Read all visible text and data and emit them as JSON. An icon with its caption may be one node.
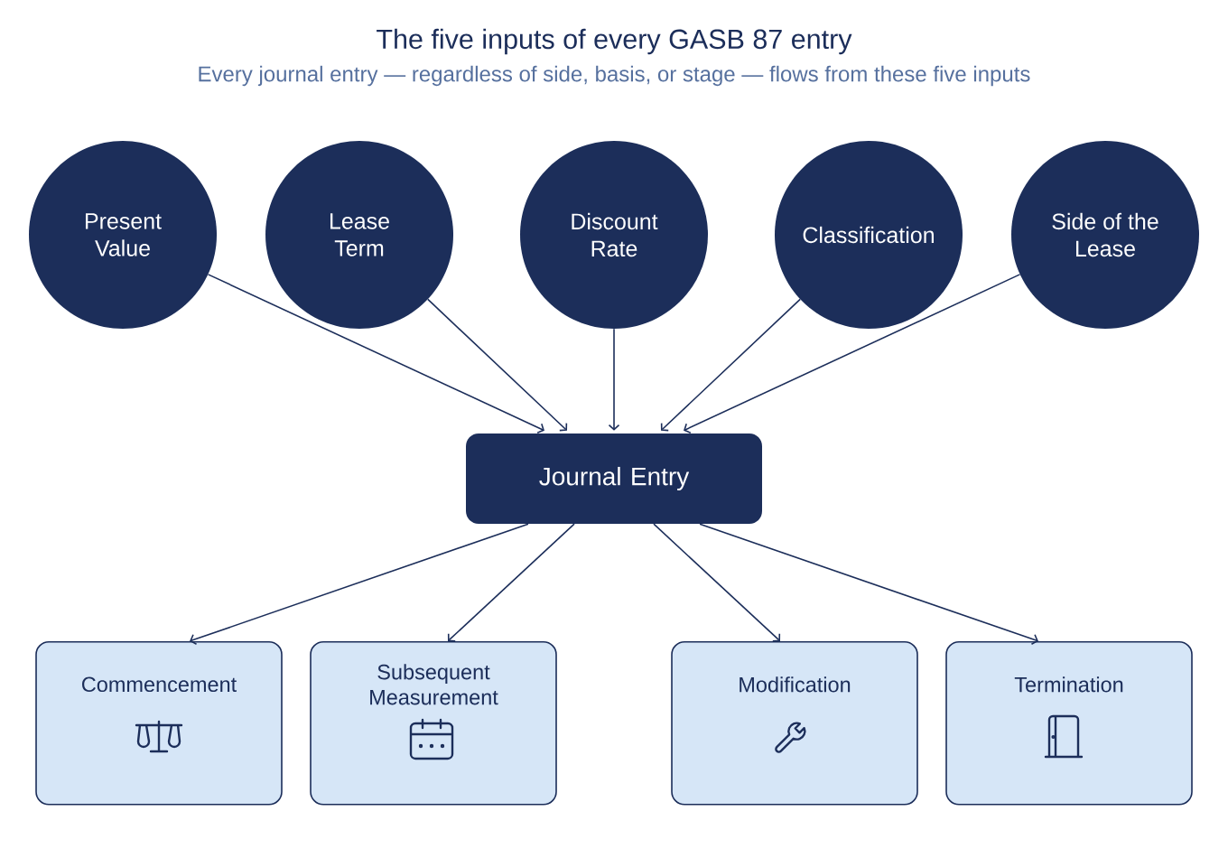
{
  "diagram": {
    "title": "The five inputs of every GASB 87 entry",
    "caption": "Every journal entry — regardless of side, basis, or stage — flows from these five inputs",
    "nodes": [
      {
        "text": [
          "Present Value"
        ]
      },
      {
        "text": [
          "Lease Term"
        ]
      },
      {
        "text": [
          "Discount Rate"
        ]
      },
      {
        "text": [
          "Classification"
        ]
      },
      {
        "text": [
          "Side of the Lease"
        ]
      },
      {
        "text": [
          "Journal Entry"
        ]
      },
      {
        "text": [
          "Commencement"
        ]
      },
      {
        "text": [
          "Subsequent Measurement"
        ]
      },
      {
        "text": [
          "Modification"
        ]
      },
      {
        "text": [
          "Termination"
        ]
      }
    ],
    "edges": [
      {
        "from": 0,
        "to": 5,
        "arrow": "to"
      },
      {
        "from": 1,
        "to": 5,
        "arrow": "to"
      },
      {
        "from": 2,
        "to": 5,
        "arrow": "to"
      },
      {
        "from": 3,
        "to": 5,
        "arrow": "to"
      },
      {
        "from": 4,
        "to": 5,
        "arrow": "to"
      },
      {
        "from": 5,
        "to": 6,
        "arrow": "to"
      },
      {
        "from": 5,
        "to": 7,
        "arrow": "to"
      },
      {
        "from": 5,
        "to": 8,
        "arrow": "to"
      },
      {
        "from": 5,
        "to": 9,
        "arrow": "to"
      }
    ]
  }
}
